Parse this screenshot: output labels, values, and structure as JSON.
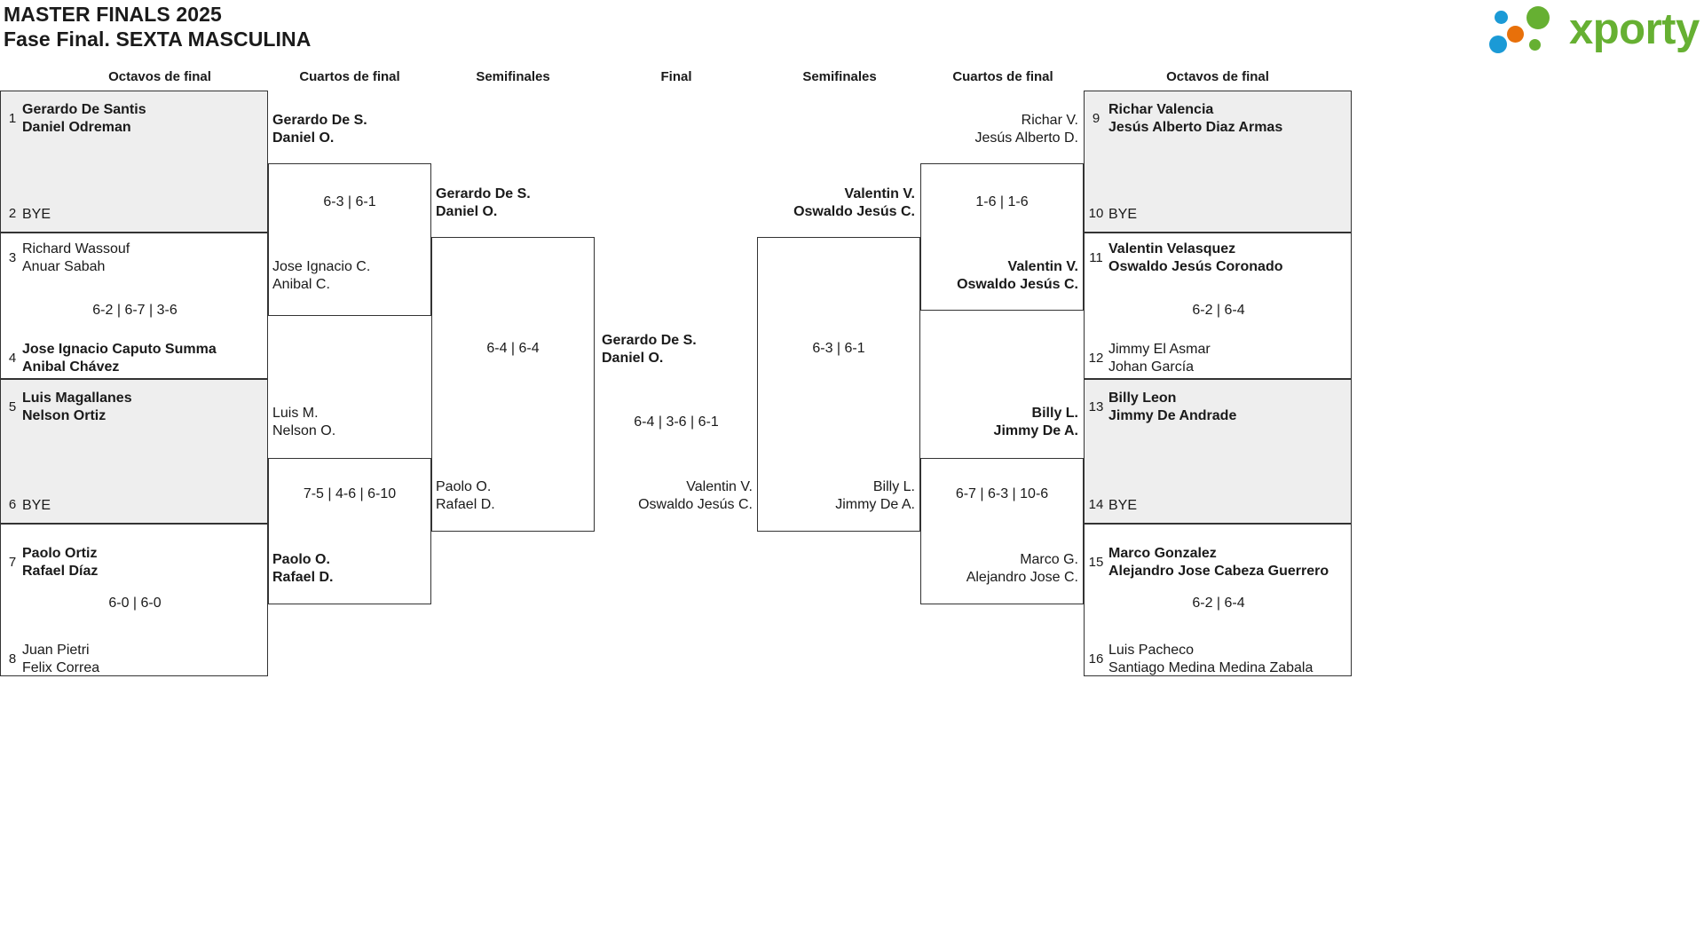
{
  "header": {
    "title_line1": "MASTER FINALS 2025",
    "title_line2": "Fase Final. SEXTA MASCULINA",
    "logo_text": "xporty",
    "logo_colors": {
      "green": "#66b032",
      "blue": "#1b9ad6",
      "orange": "#e8700a"
    }
  },
  "round_headers": {
    "left_r16": "Octavos de final",
    "left_qf": "Cuartos de final",
    "left_sf": "Semifinales",
    "final": "Final",
    "right_sf": "Semifinales",
    "right_qf": "Cuartos de final",
    "right_r16": "Octavos de final"
  },
  "left": {
    "r16": [
      {
        "seed": "1",
        "line1": "Gerardo De Santis",
        "line2": "Daniel Odreman",
        "bold": true,
        "shaded": true
      },
      {
        "seed": "2",
        "line1": "BYE",
        "line2": "",
        "bold": false,
        "shaded": true
      },
      {
        "seed": "3",
        "line1": "Richard Wassouf",
        "line2": "Anuar Sabah",
        "bold": false,
        "shaded": false
      },
      {
        "seed": "4",
        "line1": "Jose Ignacio Caputo Summa",
        "line2": "Anibal Chávez",
        "bold": true,
        "shaded": false
      },
      {
        "seed": "5",
        "line1": "Luis Magallanes",
        "line2": "Nelson Ortiz",
        "bold": true,
        "shaded": true
      },
      {
        "seed": "6",
        "line1": "BYE",
        "line2": "",
        "bold": false,
        "shaded": true
      },
      {
        "seed": "7",
        "line1": "Paolo Ortiz",
        "line2": "Rafael Díaz",
        "bold": true,
        "shaded": false
      },
      {
        "seed": "8",
        "line1": "Juan Pietri",
        "line2": "Felix Correa",
        "bold": false,
        "shaded": false
      }
    ],
    "r16_scores": [
      "",
      "6-2 | 6-7 | 3-6",
      "",
      "6-0 | 6-0"
    ],
    "qf": [
      {
        "line1": "Gerardo De S.",
        "line2": "Daniel O.",
        "bold": true
      },
      {
        "line1": "Jose Ignacio C.",
        "line2": "Anibal C.",
        "bold": false
      },
      {
        "line1": "Luis M.",
        "line2": "Nelson O.",
        "bold": false
      },
      {
        "line1": "Paolo O.",
        "line2": "Rafael D.",
        "bold": true
      }
    ],
    "qf_scores": [
      "6-3 | 6-1",
      "7-5 | 4-6 | 6-10"
    ],
    "sf": [
      {
        "line1": "Gerardo De S.",
        "line2": "Daniel O.",
        "bold": true
      },
      {
        "line1": "Paolo O.",
        "line2": "Rafael D.",
        "bold": false
      }
    ],
    "sf_score": "6-4 | 6-4"
  },
  "final": {
    "winner": {
      "line1": "Gerardo De S.",
      "line2": "Daniel O.",
      "bold": true
    },
    "runner_up": {
      "line1": "Valentin V.",
      "line2": "Oswaldo Jesús C.",
      "bold": false
    },
    "score": "6-4 | 3-6 | 6-1"
  },
  "right": {
    "r16": [
      {
        "seed": "9",
        "line1": "Richar Valencia",
        "line2": "Jesús Alberto Diaz Armas",
        "bold": true,
        "shaded": true
      },
      {
        "seed": "10",
        "line1": "BYE",
        "line2": "",
        "bold": false,
        "shaded": true
      },
      {
        "seed": "11",
        "line1": "Valentin Velasquez",
        "line2": "Oswaldo Jesús Coronado",
        "bold": true,
        "shaded": false
      },
      {
        "seed": "12",
        "line1": "Jimmy El Asmar",
        "line2": "Johan García",
        "bold": false,
        "shaded": false
      },
      {
        "seed": "13",
        "line1": "Billy Leon",
        "line2": "Jimmy De Andrade",
        "bold": true,
        "shaded": true
      },
      {
        "seed": "14",
        "line1": "BYE",
        "line2": "",
        "bold": false,
        "shaded": true
      },
      {
        "seed": "15",
        "line1": "Marco Gonzalez",
        "line2": "Alejandro Jose Cabeza Guerrero",
        "bold": true,
        "shaded": false
      },
      {
        "seed": "16",
        "line1": "Luis Pacheco",
        "line2": "Santiago Medina Medina Zabala",
        "bold": false,
        "shaded": false
      }
    ],
    "r16_scores": [
      "",
      "6-2 | 6-4",
      "",
      "6-2 | 6-4"
    ],
    "qf": [
      {
        "line1": "Richar V.",
        "line2": "Jesús Alberto D.",
        "bold": false
      },
      {
        "line1": "Valentin V.",
        "line2": "Oswaldo Jesús C.",
        "bold": true
      },
      {
        "line1": "Billy L.",
        "line2": "Jimmy De A.",
        "bold": true
      },
      {
        "line1": "Marco G.",
        "line2": "Alejandro Jose C.",
        "bold": false
      }
    ],
    "qf_scores": [
      "1-6 | 1-6",
      "6-7 | 6-3 | 10-6"
    ],
    "sf": [
      {
        "line1": "Valentin V.",
        "line2": "Oswaldo Jesús C.",
        "bold": true
      },
      {
        "line1": "Billy L.",
        "line2": "Jimmy De A.",
        "bold": false
      }
    ],
    "sf_score": "6-3 | 6-1"
  }
}
